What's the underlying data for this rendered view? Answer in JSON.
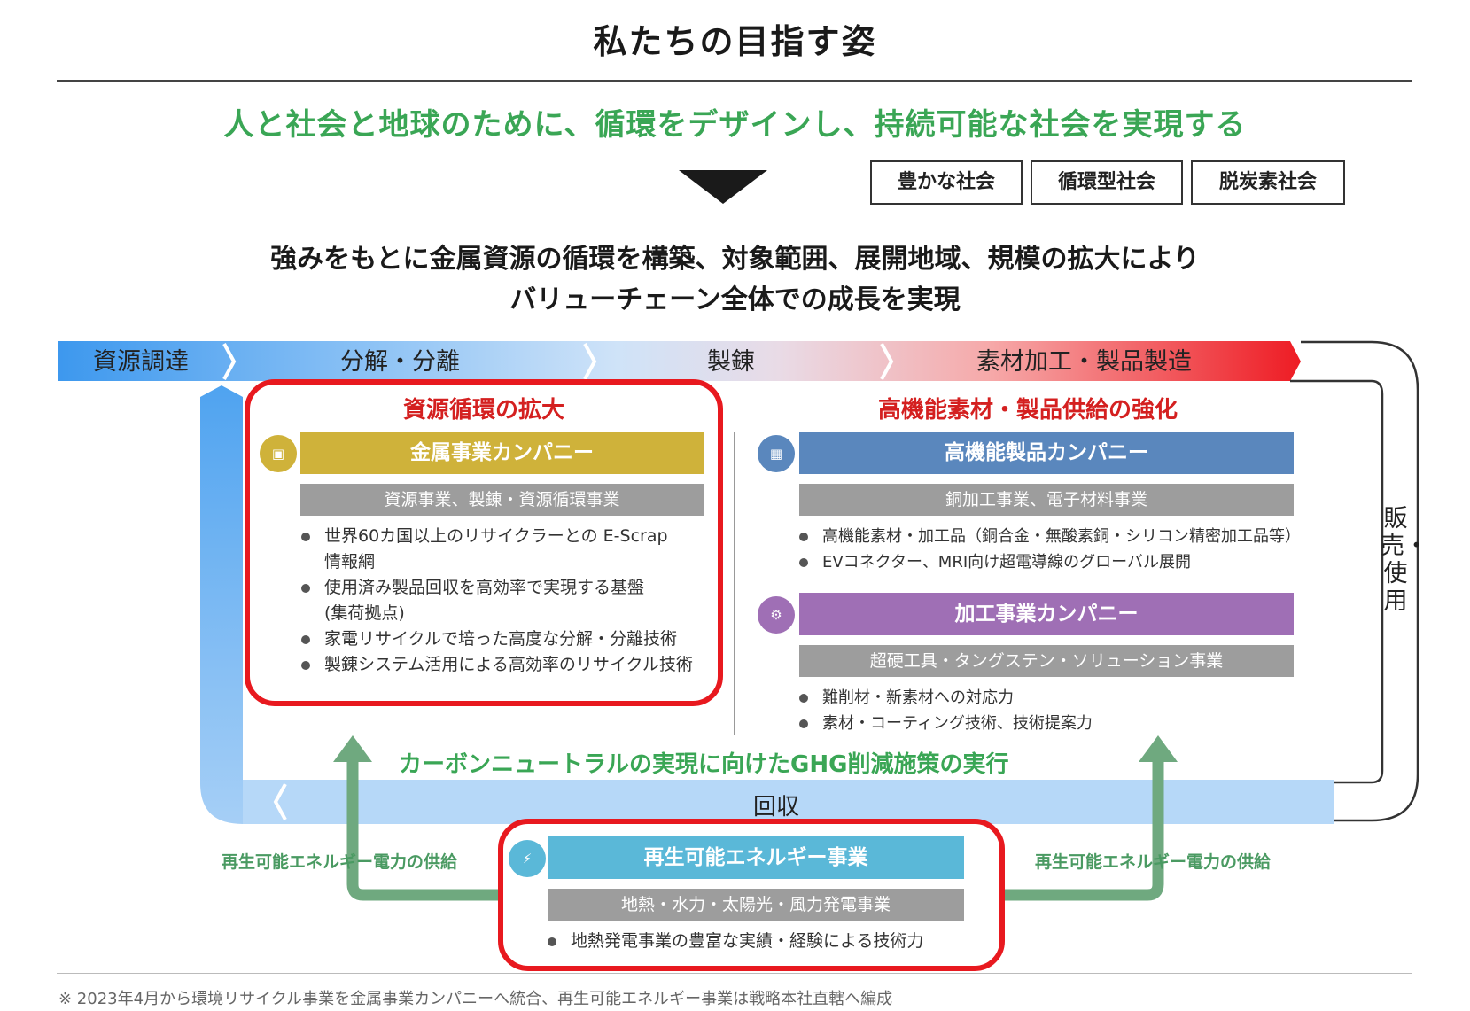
{
  "title": "私たちの目指す姿",
  "vision": "人と社会と地球のために、循環をデザインし、持続可能な社会を実現する",
  "societies": [
    "豊かな社会",
    "循環型社会",
    "脱炭素社会"
  ],
  "strategy": {
    "line1": "強みをもとに金属資源の循環を構築、対象範囲、展開地域、規模の拡大により",
    "line2": "バリューチェーン全体での成長を実現"
  },
  "value_chain": {
    "stages": [
      "資源調達",
      "分解・分離",
      "製錬",
      "素材加工・製品製造"
    ],
    "sales": "販売・使用",
    "recovery": "回収"
  },
  "left_section": {
    "title": "資源循環の拡大",
    "company": "金属事業カンパニー",
    "business": "資源事業、製錬・資源循環事業",
    "bullets": [
      "世界60カ国以上のリサイクラーとの E-Scrap",
      "情報網",
      "使用済み製品回収を高効率で実現する基盤",
      "(集荷拠点)",
      "家電リサイクルで培った高度な分解・分離技術",
      "製錬システム活用による高効率のリサイクル技術"
    ]
  },
  "right_section": {
    "title": "高機能素材・製品供給の強化",
    "company1": {
      "name": "高機能製品カンパニー",
      "business": "銅加工事業、電子材料事業",
      "bullets": [
        "高機能素材・加工品（銅合金・無酸素銅・シリコン精密加工品等）",
        "EVコネクター、MRI向け超電導線のグローバル展開"
      ]
    },
    "company2": {
      "name": "加工事業カンパニー",
      "business": "超硬工具・タングステン・ソリューション事業",
      "bullets": [
        "難削材・新素材への対応力",
        "素材・コーティング技術、技術提案力"
      ]
    }
  },
  "carbon": "カーボンニュートラルの実現に向けたGHG削減施策の実行",
  "renewable": {
    "name": "再生可能エネルギー事業",
    "business": "地熱・水力・太陽光・風力発電事業",
    "bullet": "地熱発電事業の豊富な実績・経験による技術力"
  },
  "supply_left": "再生可能エネルギー電力の供給",
  "supply_right": "再生可能エネルギー電力の供給",
  "footnote": "※ 2023年4月から環境リサイクル事業を金属事業カンパニーへ統合、再生可能エネルギー事業は戦略本社直轄へ編成",
  "colors": {
    "metal": "#cfb23a",
    "advanced": "#5a87bd",
    "processing": "#9f6fb5",
    "renewable": "#5ab8d8",
    "green": "#3aa655",
    "red": "#e8191f",
    "flow_blue": "#4fa3f0"
  },
  "icons": {
    "metal": "gold-bars-icon",
    "advanced": "chip-icon",
    "processing": "gear-icon",
    "renewable": "energy-icon"
  }
}
